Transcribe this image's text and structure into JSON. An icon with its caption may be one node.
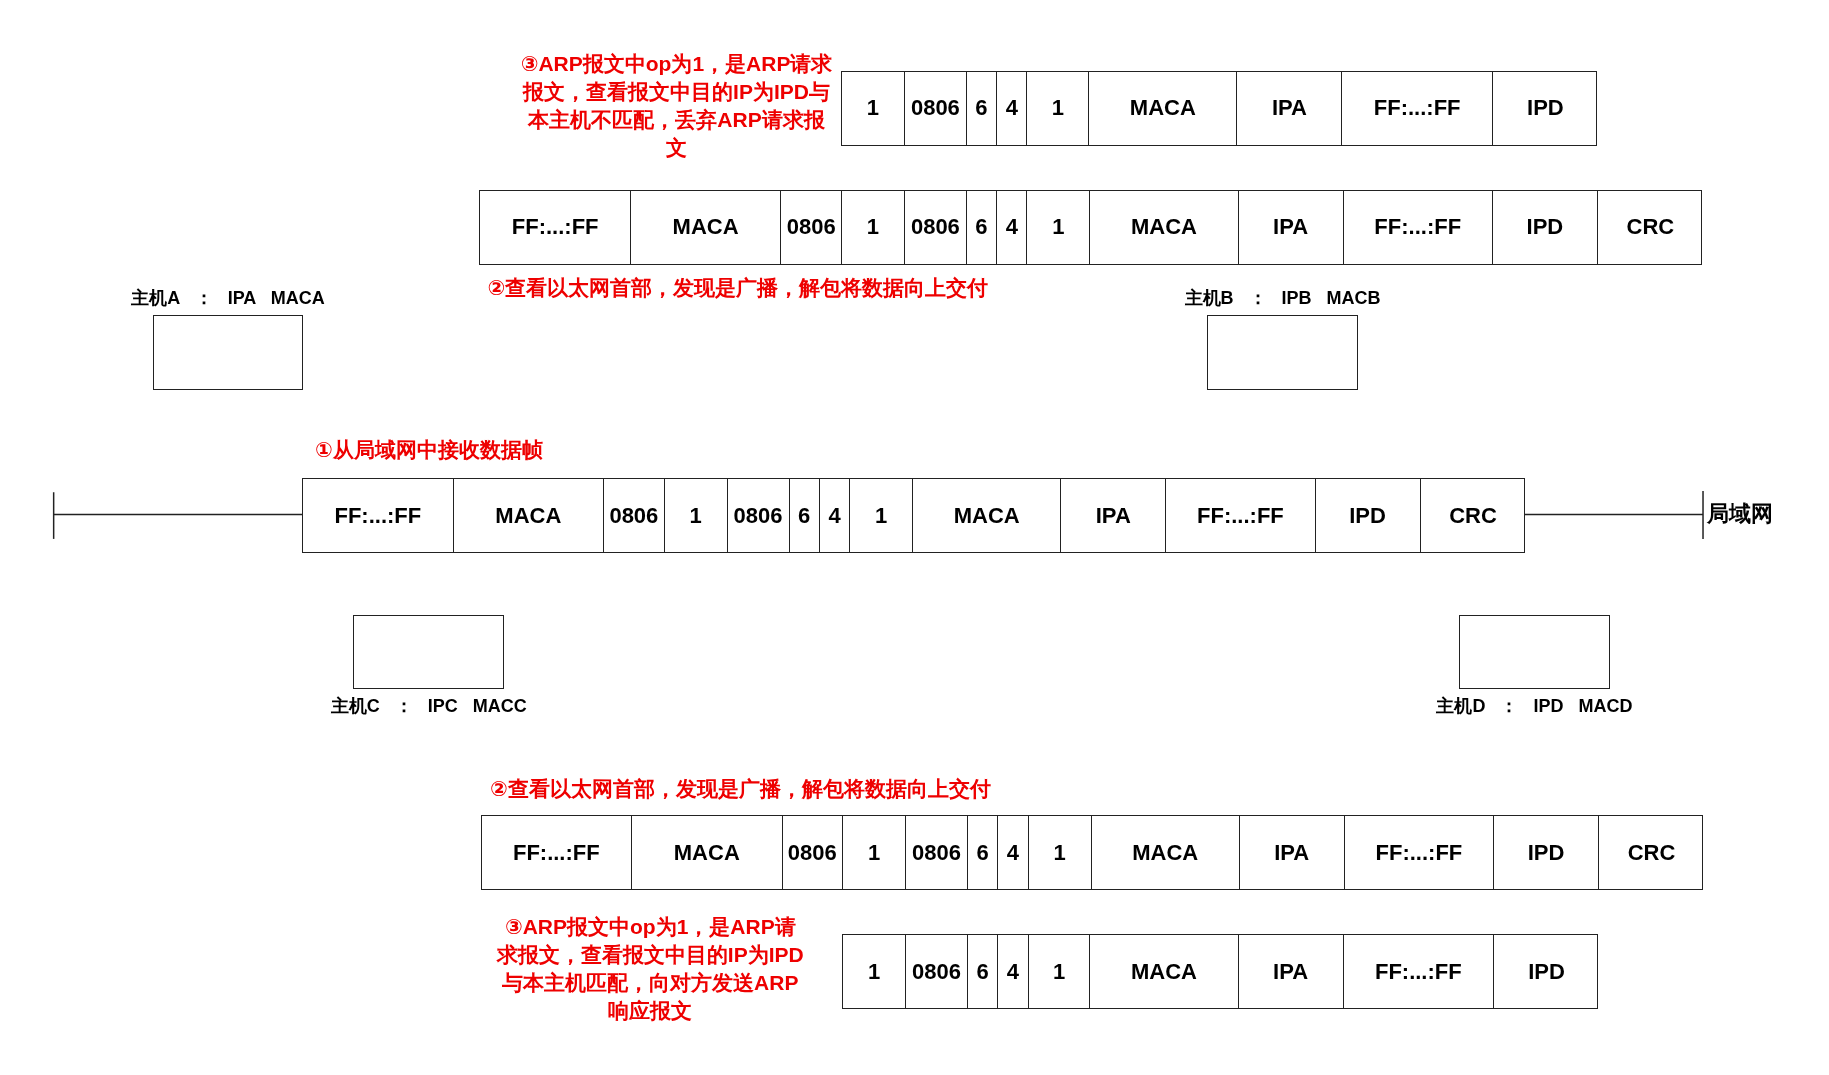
{
  "diagram": {
    "nodes": [
      {
        "text": [],
        "shape": "bar"
      },
      {
        "text": [
          "1"
        ],
        "in": 0
      },
      {
        "text": [
          "0806"
        ],
        "in": 0
      },
      {
        "text": [
          "6"
        ],
        "in": 0
      },
      {
        "text": [
          "4"
        ],
        "in": 0
      },
      {
        "text": [
          "1"
        ],
        "in": 0
      },
      {
        "text": [
          "MACA"
        ],
        "in": 0
      },
      {
        "text": [
          "IPA"
        ],
        "in": 0
      },
      {
        "text": [
          "FF:...:FF"
        ],
        "in": 0
      },
      {
        "text": [
          "IPD"
        ],
        "in": 0
      },
      {
        "text": [],
        "shape": "bar"
      },
      {
        "text": [
          "FF:...:FF"
        ],
        "in": 10
      },
      {
        "text": [
          "MACA"
        ],
        "in": 10
      },
      {
        "text": [
          "0806"
        ],
        "in": 10
      },
      {
        "text": [
          "1"
        ],
        "in": 10
      },
      {
        "text": [
          "0806"
        ],
        "in": 10
      },
      {
        "text": [
          "6"
        ],
        "in": 10
      },
      {
        "text": [
          "4"
        ],
        "in": 10
      },
      {
        "text": [
          "1"
        ],
        "in": 10
      },
      {
        "text": [
          "MACA"
        ],
        "in": 10
      },
      {
        "text": [
          "IPA"
        ],
        "in": 10
      },
      {
        "text": [
          "FF:...:FF"
        ],
        "in": 10
      },
      {
        "text": [
          "IPD"
        ],
        "in": 10
      },
      {
        "text": [
          "CRC"
        ],
        "in": 10
      },
      {
        "text": [
          "主机A ： IPA MACA"
        ]
      },
      {
        "text": [
          "主机B ： IPB MACB"
        ]
      },
      {
        "text": [],
        "shape": "bar"
      },
      {
        "text": [
          "FF:...:FF"
        ],
        "in": 26
      },
      {
        "text": [
          "MACA"
        ],
        "in": 26
      },
      {
        "text": [
          "0806"
        ],
        "in": 26
      },
      {
        "text": [
          "1"
        ],
        "in": 26
      },
      {
        "text": [
          "0806"
        ],
        "in": 26
      },
      {
        "text": [
          "6"
        ],
        "in": 26
      },
      {
        "text": [
          "4"
        ],
        "in": 26
      },
      {
        "text": [
          "1"
        ],
        "in": 26
      },
      {
        "text": [
          "MACA"
        ],
        "in": 26
      },
      {
        "text": [
          "IPA"
        ],
        "in": 26
      },
      {
        "text": [
          "FF:...:FF"
        ],
        "in": 26
      },
      {
        "text": [
          "IPD"
        ],
        "in": 26
      },
      {
        "text": [
          "CRC"
        ],
        "in": 26
      },
      {
        "text": [
          "主机C ： IPC MACC"
        ]
      },
      {
        "text": [
          "主机D ： IPD MACD"
        ]
      },
      {
        "text": [],
        "shape": "bar"
      },
      {
        "text": [
          "FF:...:FF"
        ],
        "in": 42
      },
      {
        "text": [
          "MACA"
        ],
        "in": 42
      },
      {
        "text": [
          "0806"
        ],
        "in": 42
      },
      {
        "text": [
          "1"
        ],
        "in": 42
      },
      {
        "text": [
          "0806"
        ],
        "in": 42
      },
      {
        "text": [
          "6"
        ],
        "in": 42
      },
      {
        "text": [
          "4"
        ],
        "in": 42
      },
      {
        "text": [
          "1"
        ],
        "in": 42
      },
      {
        "text": [
          "MACA"
        ],
        "in": 42
      },
      {
        "text": [
          "IPA"
        ],
        "in": 42
      },
      {
        "text": [
          "FF:...:FF"
        ],
        "in": 42
      },
      {
        "text": [
          "IPD"
        ],
        "in": 42
      },
      {
        "text": [
          "CRC"
        ],
        "in": 42
      },
      {
        "text": [],
        "shape": "bar"
      },
      {
        "text": [
          "1"
        ],
        "in": 56
      },
      {
        "text": [
          "0806"
        ],
        "in": 56
      },
      {
        "text": [
          "6"
        ],
        "in": 56
      },
      {
        "text": [
          "4"
        ],
        "in": 56
      },
      {
        "text": [
          "1"
        ],
        "in": 56
      },
      {
        "text": [
          "MACA"
        ],
        "in": 56
      },
      {
        "text": [
          "IPA"
        ],
        "in": 56
      },
      {
        "text": [
          "FF:...:FF"
        ],
        "in": 56
      },
      {
        "text": [
          "IPD"
        ],
        "in": 56
      }
    ],
    "labels": [
      "③ARP报文中op为1，是ARP请求报文，查看报文中目的IP为IPD与本主机不匹配，丢弃ARP请求报文",
      "②查看以太网首部，发现是广播，解包将数据向上交付",
      "①从局域网中接收数据帧",
      "局域网",
      "②查看以太网首部，发现是广播，解包将数据向上交付",
      "③ARP报文中op为1，是ARP请求报文，查看报文中目的IP为IPD与本主机匹配，向对方发送ARP响应报文"
    ]
  }
}
